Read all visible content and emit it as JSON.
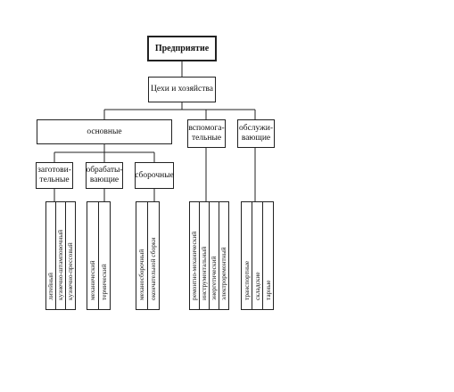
{
  "root": "Предприятие",
  "level1": "Цехи и хозяйства",
  "groups": {
    "main": "основные",
    "aux": "вспомога-\nтельные",
    "serv": "обслужи-\nвающие"
  },
  "sub": {
    "prep": "заготови-\nтельные",
    "proc": "обрабаты-\nвающие",
    "asm": "сборочные"
  },
  "leaves": {
    "prep": [
      "литейный",
      "кузнечно-штамповочный",
      "кузнечно-прессовый"
    ],
    "proc": [
      "механический",
      "термический"
    ],
    "asm": [
      "механосборочный",
      "окончательной сборки"
    ],
    "aux": [
      "ремонтно-механический",
      "инструментальный",
      "энергетический",
      "электроремонтный"
    ],
    "serv": [
      "транспортные",
      "складские",
      "тарные"
    ]
  }
}
